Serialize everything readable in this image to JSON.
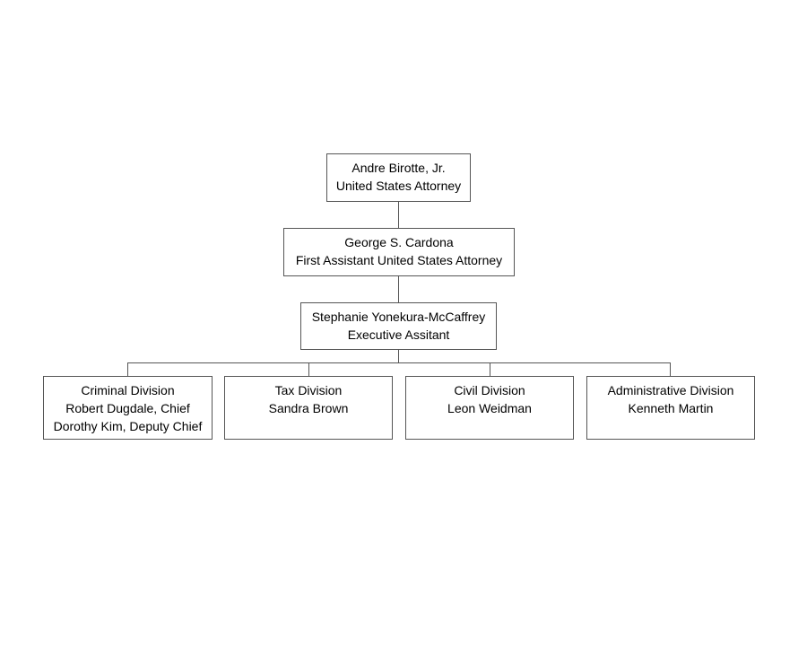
{
  "org_chart": {
    "attorney": {
      "name": "Andre Birotte, Jr.",
      "title": "United States Attorney"
    },
    "first_assistant": {
      "name": "George S. Cardona",
      "title": "First Assistant United States Attorney"
    },
    "executive_assistant": {
      "name": "Stephanie Yonekura-McCaffrey",
      "title": "Executive Assitant"
    },
    "divisions": [
      {
        "name": "Criminal Division",
        "people": [
          "Robert Dugdale, Chief",
          "Dorothy Kim, Deputy Chief"
        ]
      },
      {
        "name": "Tax Division",
        "people": [
          "Sandra Brown"
        ]
      },
      {
        "name": "Civil Division",
        "people": [
          "Leon Weidman"
        ]
      },
      {
        "name": "Administrative Division",
        "people": [
          "Kenneth Martin"
        ]
      }
    ]
  },
  "colors": {
    "background": "#ffffff",
    "border": "#555555",
    "text": "#000000"
  }
}
